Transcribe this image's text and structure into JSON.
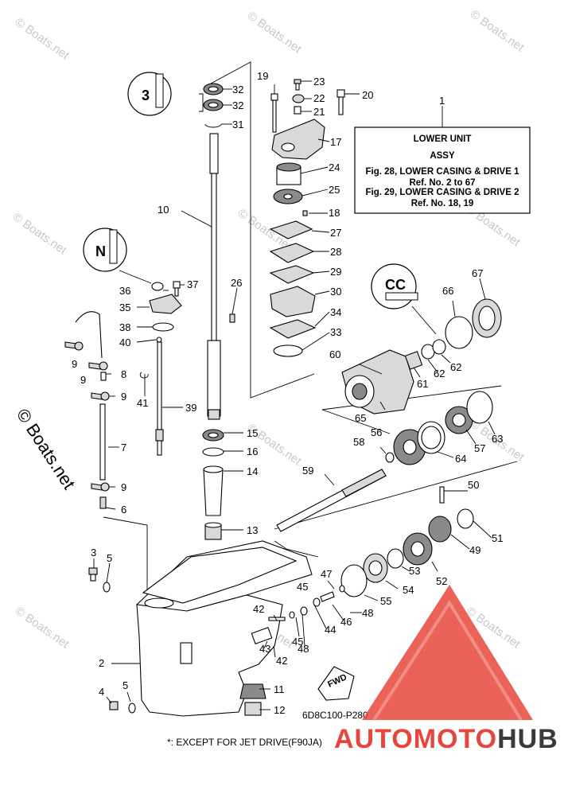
{
  "watermark": {
    "text": "© Boats.net"
  },
  "info_box": {
    "ref_number": "1",
    "line1": "LOWER UNIT",
    "line2": "ASSY",
    "line3": "Fig. 28, LOWER CASING & DRIVE 1",
    "line4": "Ref. No. 2 to 67",
    "line5": "Fig. 29, LOWER CASING & DRIVE 2",
    "line6": "Ref. No. 18, 19"
  },
  "callouts": [
    "32",
    "32",
    "31",
    "19",
    "23",
    "22",
    "21",
    "20",
    "17",
    "24",
    "25",
    "18",
    "27",
    "28",
    "29",
    "30",
    "34",
    "33",
    "10",
    "26",
    "36",
    "37",
    "35",
    "38",
    "40",
    "9",
    "9",
    "8",
    "9",
    "41",
    "39",
    "7",
    "9",
    "6",
    "3",
    "5",
    "15",
    "16",
    "14",
    "13",
    "66",
    "67",
    "60",
    "61",
    "62",
    "62",
    "65",
    "63",
    "56",
    "58",
    "57",
    "64",
    "59",
    "50",
    "51",
    "49",
    "53",
    "52",
    "47",
    "54",
    "55",
    "45",
    "46",
    "48",
    "44",
    "42",
    "45",
    "48",
    "43",
    "42",
    "11",
    "12",
    "2",
    "4",
    "5"
  ],
  "drawing_code": "6D8C100-P280",
  "fwd_label": "FWD",
  "footnote": "*: EXCEPT FOR JET DRIVE(F90JA)",
  "brand": {
    "part1": "AUTOMOTO",
    "part2": "HUB",
    "color1": "#e8463c",
    "color2": "#3a3a3a"
  },
  "colors": {
    "logo_red": "#e8463c",
    "logo_red_light": "#f2a39c"
  }
}
